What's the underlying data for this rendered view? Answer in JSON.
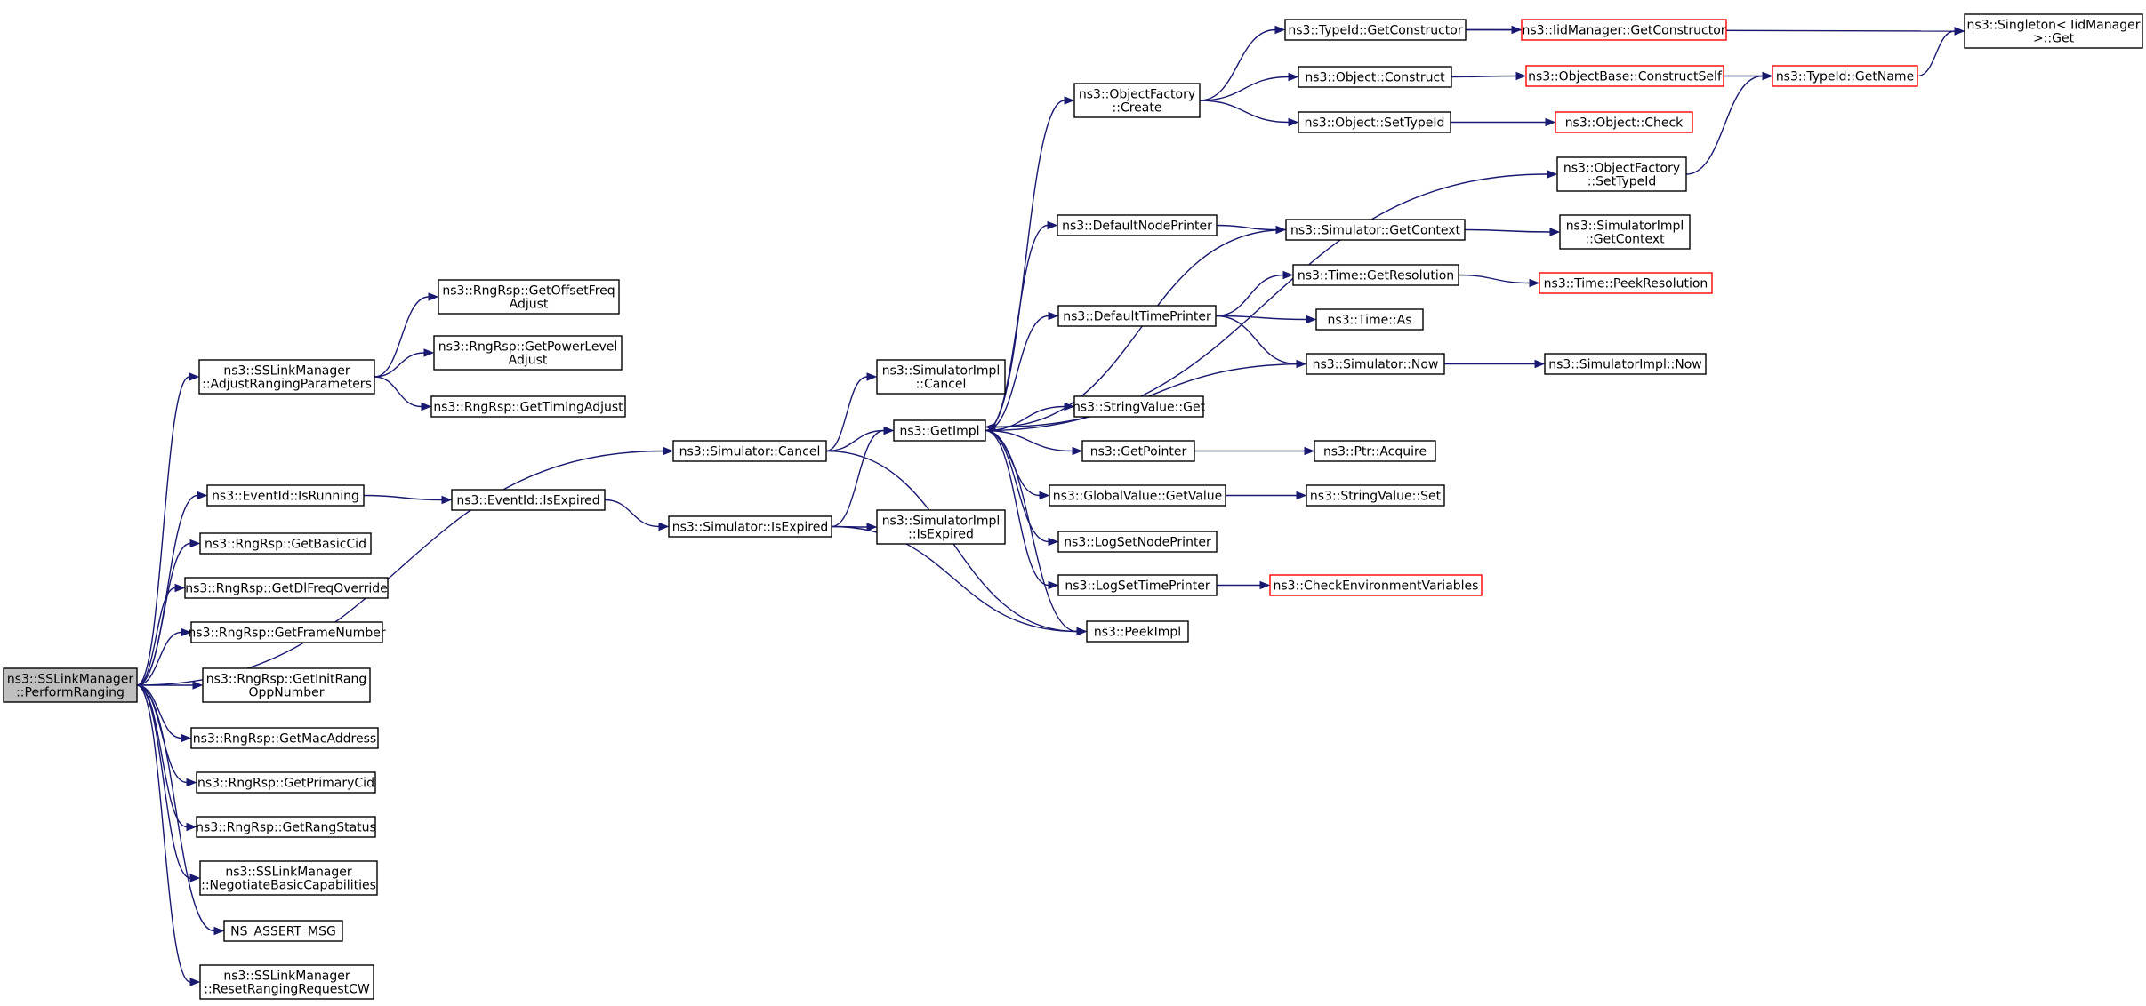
{
  "diagram": {
    "nodes": [
      {
        "id": "perform_ranging",
        "lines": [
          "ns3::SSLinkManager",
          "::PerformRanging"
        ],
        "style": "root"
      },
      {
        "id": "adjust_ranging",
        "lines": [
          "ns3::SSLinkManager",
          "::AdjustRangingParameters"
        ],
        "style": "normal"
      },
      {
        "id": "get_offset_freq",
        "lines": [
          "ns3::RngRsp::GetOffsetFreq",
          "Adjust"
        ],
        "style": "normal"
      },
      {
        "id": "get_power_level",
        "lines": [
          "ns3::RngRsp::GetPowerLevel",
          "Adjust"
        ],
        "style": "normal"
      },
      {
        "id": "get_timing_adjust",
        "lines": [
          "ns3::RngRsp::GetTimingAdjust"
        ],
        "style": "normal"
      },
      {
        "id": "sim_cancel",
        "lines": [
          "ns3::Simulator::Cancel"
        ],
        "style": "normal"
      },
      {
        "id": "eventid_isrunning",
        "lines": [
          "ns3::EventId::IsRunning"
        ],
        "style": "normal"
      },
      {
        "id": "eventid_isexpired",
        "lines": [
          "ns3::EventId::IsExpired"
        ],
        "style": "normal"
      },
      {
        "id": "sim_isexpired",
        "lines": [
          "ns3::Simulator::IsExpired"
        ],
        "style": "normal"
      },
      {
        "id": "get_basic_cid",
        "lines": [
          "ns3::RngRsp::GetBasicCid"
        ],
        "style": "normal"
      },
      {
        "id": "get_dl_freq",
        "lines": [
          "ns3::RngRsp::GetDlFreqOverride"
        ],
        "style": "normal"
      },
      {
        "id": "get_frame_number",
        "lines": [
          "ns3::RngRsp::GetFrameNumber"
        ],
        "style": "normal"
      },
      {
        "id": "get_init_rang",
        "lines": [
          "ns3::RngRsp::GetInitRang",
          "OppNumber"
        ],
        "style": "normal"
      },
      {
        "id": "get_mac_address",
        "lines": [
          "ns3::RngRsp::GetMacAddress"
        ],
        "style": "normal"
      },
      {
        "id": "get_primary_cid",
        "lines": [
          "ns3::RngRsp::GetPrimaryCid"
        ],
        "style": "normal"
      },
      {
        "id": "get_rang_status",
        "lines": [
          "ns3::RngRsp::GetRangStatus"
        ],
        "style": "normal"
      },
      {
        "id": "negotiate_basic",
        "lines": [
          "ns3::SSLinkManager",
          "::NegotiateBasicCapabilities"
        ],
        "style": "normal"
      },
      {
        "id": "ns_assert_msg",
        "lines": [
          "NS_ASSERT_MSG"
        ],
        "style": "normal"
      },
      {
        "id": "reset_ranging",
        "lines": [
          "ns3::SSLinkManager",
          "::ResetRangingRequestCW"
        ],
        "style": "normal"
      },
      {
        "id": "simimpl_cancel",
        "lines": [
          "ns3::SimulatorImpl",
          "::Cancel"
        ],
        "style": "normal"
      },
      {
        "id": "get_impl",
        "lines": [
          "ns3::GetImpl"
        ],
        "style": "normal"
      },
      {
        "id": "simimpl_isexpired",
        "lines": [
          "ns3::SimulatorImpl",
          "::IsExpired"
        ],
        "style": "normal"
      },
      {
        "id": "peek_impl",
        "lines": [
          "ns3::PeekImpl"
        ],
        "style": "normal"
      },
      {
        "id": "object_factory_create",
        "lines": [
          "ns3::ObjectFactory",
          "::Create"
        ],
        "style": "normal"
      },
      {
        "id": "default_node_printer",
        "lines": [
          "ns3::DefaultNodePrinter"
        ],
        "style": "normal"
      },
      {
        "id": "default_time_printer",
        "lines": [
          "ns3::DefaultTimePrinter"
        ],
        "style": "normal"
      },
      {
        "id": "stringvalue_get",
        "lines": [
          "ns3::StringValue::Get"
        ],
        "style": "normal"
      },
      {
        "id": "get_pointer",
        "lines": [
          "ns3::GetPointer"
        ],
        "style": "normal"
      },
      {
        "id": "globalvalue_getvalue",
        "lines": [
          "ns3::GlobalValue::GetValue"
        ],
        "style": "normal"
      },
      {
        "id": "log_set_node_printer",
        "lines": [
          "ns3::LogSetNodePrinter"
        ],
        "style": "normal"
      },
      {
        "id": "log_set_time_printer",
        "lines": [
          "ns3::LogSetTimePrinter"
        ],
        "style": "normal"
      },
      {
        "id": "typeid_getconstructor",
        "lines": [
          "ns3::TypeId::GetConstructor"
        ],
        "style": "normal"
      },
      {
        "id": "object_construct",
        "lines": [
          "ns3::Object::Construct"
        ],
        "style": "normal"
      },
      {
        "id": "object_settypeid",
        "lines": [
          "ns3::Object::SetTypeId"
        ],
        "style": "normal"
      },
      {
        "id": "simulator_getcontext",
        "lines": [
          "ns3::Simulator::GetContext"
        ],
        "style": "normal"
      },
      {
        "id": "time_getresolution",
        "lines": [
          "ns3::Time::GetResolution"
        ],
        "style": "normal"
      },
      {
        "id": "time_as",
        "lines": [
          "ns3::Time::As"
        ],
        "style": "normal"
      },
      {
        "id": "simulator_now",
        "lines": [
          "ns3::Simulator::Now"
        ],
        "style": "normal"
      },
      {
        "id": "ptr_acquire",
        "lines": [
          "ns3::Ptr::Acquire"
        ],
        "style": "normal"
      },
      {
        "id": "stringvalue_set",
        "lines": [
          "ns3::StringValue::Set"
        ],
        "style": "normal"
      },
      {
        "id": "check_env_vars",
        "lines": [
          "ns3::CheckEnvironmentVariables"
        ],
        "style": "truncated"
      },
      {
        "id": "iidmanager_getconstructor",
        "lines": [
          "ns3::IidManager::GetConstructor"
        ],
        "style": "truncated"
      },
      {
        "id": "objectbase_constructself",
        "lines": [
          "ns3::ObjectBase::ConstructSelf"
        ],
        "style": "truncated"
      },
      {
        "id": "object_check",
        "lines": [
          "ns3::Object::Check"
        ],
        "style": "truncated"
      },
      {
        "id": "object_factory_settypeid",
        "lines": [
          "ns3::ObjectFactory",
          "::SetTypeId"
        ],
        "style": "normal"
      },
      {
        "id": "simimpl_getcontext",
        "lines": [
          "ns3::SimulatorImpl",
          "::GetContext"
        ],
        "style": "normal"
      },
      {
        "id": "time_peekresolution",
        "lines": [
          "ns3::Time::PeekResolution"
        ],
        "style": "truncated"
      },
      {
        "id": "simimpl_now",
        "lines": [
          "ns3::SimulatorImpl::Now"
        ],
        "style": "normal"
      },
      {
        "id": "typeid_getname",
        "lines": [
          "ns3::TypeId::GetName"
        ],
        "style": "truncated"
      },
      {
        "id": "singleton_get",
        "lines": [
          "ns3::Singleton< IidManager",
          " >::Get"
        ],
        "style": "normal"
      }
    ],
    "edges": [
      [
        "perform_ranging",
        "adjust_ranging"
      ],
      [
        "perform_ranging",
        "sim_cancel"
      ],
      [
        "perform_ranging",
        "eventid_isrunning"
      ],
      [
        "perform_ranging",
        "get_basic_cid"
      ],
      [
        "perform_ranging",
        "get_dl_freq"
      ],
      [
        "perform_ranging",
        "get_frame_number"
      ],
      [
        "perform_ranging",
        "get_init_rang"
      ],
      [
        "perform_ranging",
        "get_mac_address"
      ],
      [
        "perform_ranging",
        "get_primary_cid"
      ],
      [
        "perform_ranging",
        "get_rang_status"
      ],
      [
        "perform_ranging",
        "negotiate_basic"
      ],
      [
        "perform_ranging",
        "ns_assert_msg"
      ],
      [
        "perform_ranging",
        "reset_ranging"
      ],
      [
        "adjust_ranging",
        "get_offset_freq"
      ],
      [
        "adjust_ranging",
        "get_power_level"
      ],
      [
        "adjust_ranging",
        "get_timing_adjust"
      ],
      [
        "sim_cancel",
        "simimpl_cancel"
      ],
      [
        "sim_cancel",
        "get_impl"
      ],
      [
        "sim_cancel",
        "peek_impl"
      ],
      [
        "eventid_isrunning",
        "eventid_isexpired"
      ],
      [
        "eventid_isexpired",
        "sim_isexpired"
      ],
      [
        "sim_isexpired",
        "get_impl"
      ],
      [
        "sim_isexpired",
        "simimpl_isexpired"
      ],
      [
        "sim_isexpired",
        "peek_impl"
      ],
      [
        "get_impl",
        "object_factory_create"
      ],
      [
        "get_impl",
        "object_factory_settypeid"
      ],
      [
        "get_impl",
        "default_node_printer"
      ],
      [
        "get_impl",
        "default_time_printer"
      ],
      [
        "get_impl",
        "stringvalue_get"
      ],
      [
        "get_impl",
        "get_pointer"
      ],
      [
        "get_impl",
        "globalvalue_getvalue"
      ],
      [
        "get_impl",
        "log_set_node_printer"
      ],
      [
        "get_impl",
        "log_set_time_printer"
      ],
      [
        "get_impl",
        "peek_impl"
      ],
      [
        "simulator_getcontext",
        "get_impl"
      ],
      [
        "simulator_now",
        "get_impl"
      ],
      [
        "object_factory_create",
        "typeid_getconstructor"
      ],
      [
        "object_factory_create",
        "object_construct"
      ],
      [
        "object_factory_create",
        "object_settypeid"
      ],
      [
        "typeid_getconstructor",
        "iidmanager_getconstructor"
      ],
      [
        "typeid_getconstructor",
        "singleton_get"
      ],
      [
        "object_construct",
        "objectbase_constructself"
      ],
      [
        "objectbase_constructself",
        "typeid_getname"
      ],
      [
        "object_settypeid",
        "object_check"
      ],
      [
        "object_factory_settypeid",
        "typeid_getname"
      ],
      [
        "typeid_getname",
        "singleton_get"
      ],
      [
        "default_node_printer",
        "simulator_getcontext"
      ],
      [
        "simulator_getcontext",
        "simimpl_getcontext"
      ],
      [
        "default_time_printer",
        "time_getresolution"
      ],
      [
        "default_time_printer",
        "time_as"
      ],
      [
        "default_time_printer",
        "simulator_now"
      ],
      [
        "time_getresolution",
        "time_peekresolution"
      ],
      [
        "simulator_now",
        "simimpl_now"
      ],
      [
        "get_pointer",
        "ptr_acquire"
      ],
      [
        "globalvalue_getvalue",
        "stringvalue_set"
      ],
      [
        "log_set_time_printer",
        "check_env_vars"
      ]
    ]
  }
}
